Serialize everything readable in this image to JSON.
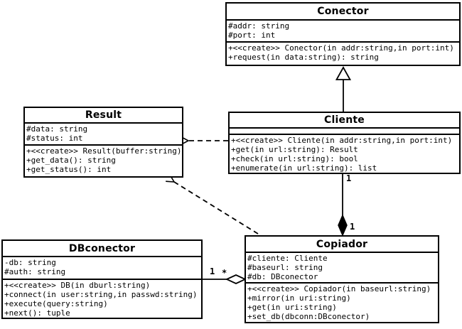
{
  "diagram": {
    "kind": "uml-class-diagram",
    "colors": {
      "line": "#000000",
      "background": "#ffffff",
      "box_fill": "#ffffff"
    },
    "classes": {
      "conector": {
        "name": "Conector",
        "attributes": [
          "#addr: string",
          "#port: int"
        ],
        "methods": [
          "+<<create>> Conector(in addr:string,in port:int)",
          "+request(in data:string): string"
        ]
      },
      "cliente": {
        "name": "Cliente",
        "attributes": [],
        "methods": [
          "+<<create>> Cliente(in addr:string,in port:int)",
          "+get(in url:string): Result",
          "+check(in url:string): bool",
          "+enumerate(in url:string): list"
        ]
      },
      "result": {
        "name": "Result",
        "attributes": [
          "#data: string",
          "#status: int"
        ],
        "methods": [
          "+<<create>> Result(buffer:string)",
          "+get_data(): string",
          "+get_status(): int"
        ]
      },
      "dbconector": {
        "name": "DBconector",
        "attributes": [
          "-db: string",
          "#auth: string"
        ],
        "methods": [
          "+<<create>> DB(in dburl:string)",
          "+connect(in user:string,in passwd:string)",
          "+execute(query:string)",
          "+next(): tuple"
        ]
      },
      "copiador": {
        "name": "Copiador",
        "attributes": [
          "#cliente: Cliente",
          "#baseurl: string",
          "#db: DBconector"
        ],
        "methods": [
          "+<<create>> Copiador(in baseurl:string)",
          "+mirror(in uri:string)",
          "+get(in uri:string)",
          "+set_db(dbconn:DBconector)"
        ]
      }
    },
    "relationships": {
      "generalization": {
        "from": "Cliente",
        "to": "Conector"
      },
      "dependency_cliente_result": {
        "from": "Cliente",
        "to": "Result",
        "style": "dashed"
      },
      "dependency_copiador_result": {
        "from": "Copiador",
        "to": "Result",
        "style": "dashed"
      },
      "composition": {
        "owner": "Copiador",
        "part": "Cliente",
        "cliente_end_label": "1",
        "copiador_end_label": "1"
      },
      "aggregation": {
        "owner": "Copiador",
        "part": "DBconector",
        "one_label": "1",
        "many_label": "*"
      }
    }
  }
}
